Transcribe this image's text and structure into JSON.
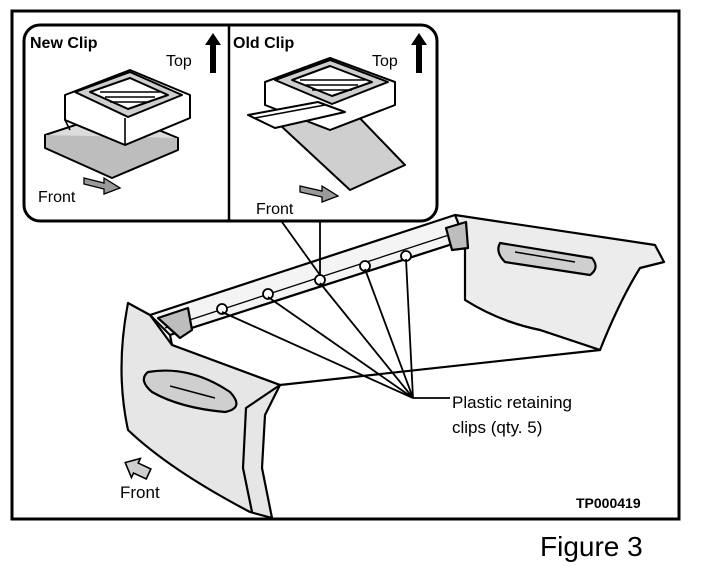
{
  "inset": {
    "new_clip": {
      "title": "New Clip",
      "top_label": "Top",
      "front_label": "Front"
    },
    "old_clip": {
      "title": "Old Clip",
      "top_label": "Top",
      "front_label": "Front"
    }
  },
  "main": {
    "callout": {
      "line1": "Plastic retaining",
      "line2": "clips (qty. 5)"
    },
    "front_label": "Front",
    "code": "TP000419"
  },
  "caption": "Figure 3",
  "colors": {
    "ink": "#000000",
    "paper": "#ffffff",
    "shade": "#dcdcdc"
  },
  "icons": [
    "up-arrow-icon",
    "direction-arrow-icon",
    "front-arrow-icon"
  ]
}
